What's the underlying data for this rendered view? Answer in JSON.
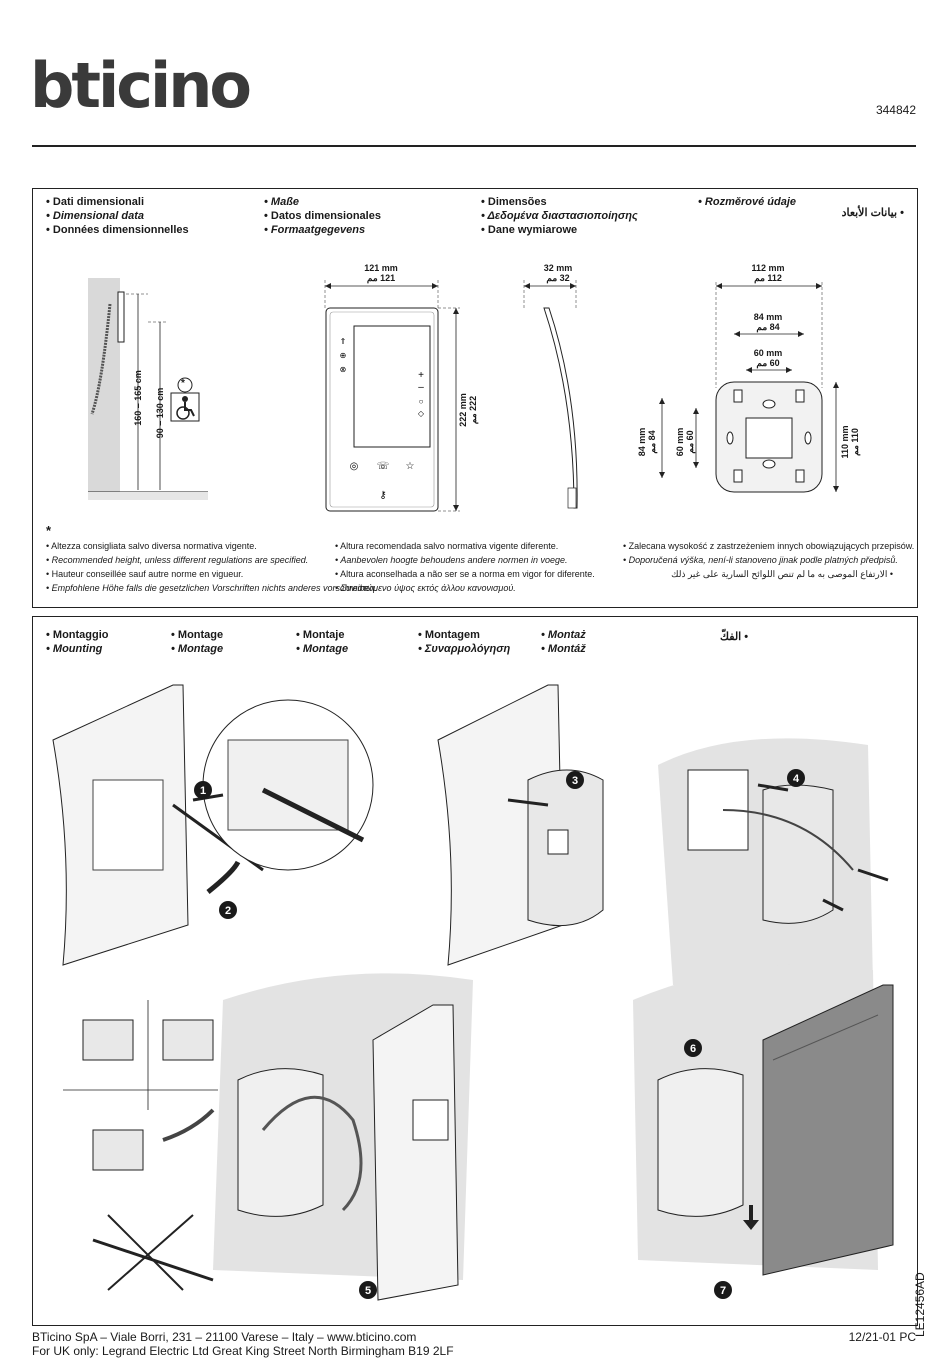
{
  "header": {
    "brand": "bticino",
    "code": "344842"
  },
  "dimensions": {
    "col1": [
      "Dati dimensionali",
      "Dimensional data",
      "Données dimensionnelles"
    ],
    "col2": [
      "Maße",
      "Datos dimensionales",
      "Formaatgegevens"
    ],
    "col3": [
      "Dimensões",
      "Δεδομένα διαστασιοποίησης",
      "Dane wymiarowe"
    ],
    "col4": [
      "Rozměrové údaje"
    ],
    "col5": [
      "بيانات الأبعاد"
    ],
    "wall": {
      "h1": "160 – 165 cm",
      "h2": "90 – 130 cm",
      "star": "*"
    },
    "front": {
      "width": "121 mm",
      "width_ar": "121 مم",
      "height": "222 mm",
      "height_ar": "222 مم"
    },
    "side": {
      "depth": "32 mm",
      "depth_ar": "32 مم"
    },
    "plate": {
      "w112": "112 mm",
      "w112_ar": "112 مم",
      "w84": "84 mm",
      "w84_ar": "84 مم",
      "w60": "60 mm",
      "w60_ar": "60 مم",
      "h84": "84 mm",
      "h84_ar": "84 مم",
      "h60": "60 mm",
      "h60_ar": "60 مم",
      "h110": "110 mm",
      "h110_ar": "110 مم"
    },
    "asterisk": "*",
    "notes1": [
      "Altezza consigliata salvo diversa normativa vigente.",
      "Recommended height, unless different regulations are specified.",
      "Hauteur conseillée sauf autre norme en vigueur.",
      "Empfohlene Höhe falls die gesetzlichen Vorschriften nichts anderes vorschreiben."
    ],
    "notes2": [
      "Altura recomendada salvo normativa vigente diferente.",
      "Aanbevolen hoogte behoudens andere normen in voege.",
      "Altura aconselhada a não ser se a norma em vigor for diferente.",
      "Συνιστώμενο ύψος εκτός άλλου κανονισμού."
    ],
    "notes3": [
      "Zalecana wysokość z zastrzeżeniem innych obowiązujących przepisów.",
      "Doporučená výška, není-li stanoveno jinak podle platných předpisů.",
      "الارتفاع الموصى به ما لم تنص اللوائح السارية على غير ذلك"
    ]
  },
  "mounting": {
    "c1": [
      "Montaggio",
      "Mounting"
    ],
    "c2": [
      "Montage",
      "Montage"
    ],
    "c3": [
      "Montaje",
      "Montage"
    ],
    "c4": [
      "Montagem",
      "Συναρμολόγηση"
    ],
    "c5": [
      "Montaż",
      "Montáž"
    ],
    "c6": [
      "الفكّ"
    ],
    "steps": [
      "1",
      "2",
      "3",
      "4",
      "5",
      "6",
      "7"
    ]
  },
  "side_code": "LE12456AD",
  "footer": {
    "line1": "BTicino SpA – Viale Borri, 231 – 21100 Varese – Italy – www.bticino.com",
    "line2": "For UK only: Legrand Electric Ltd Great King Street North Birmingham B19 2LF",
    "rev": "12/21-01 PC"
  }
}
